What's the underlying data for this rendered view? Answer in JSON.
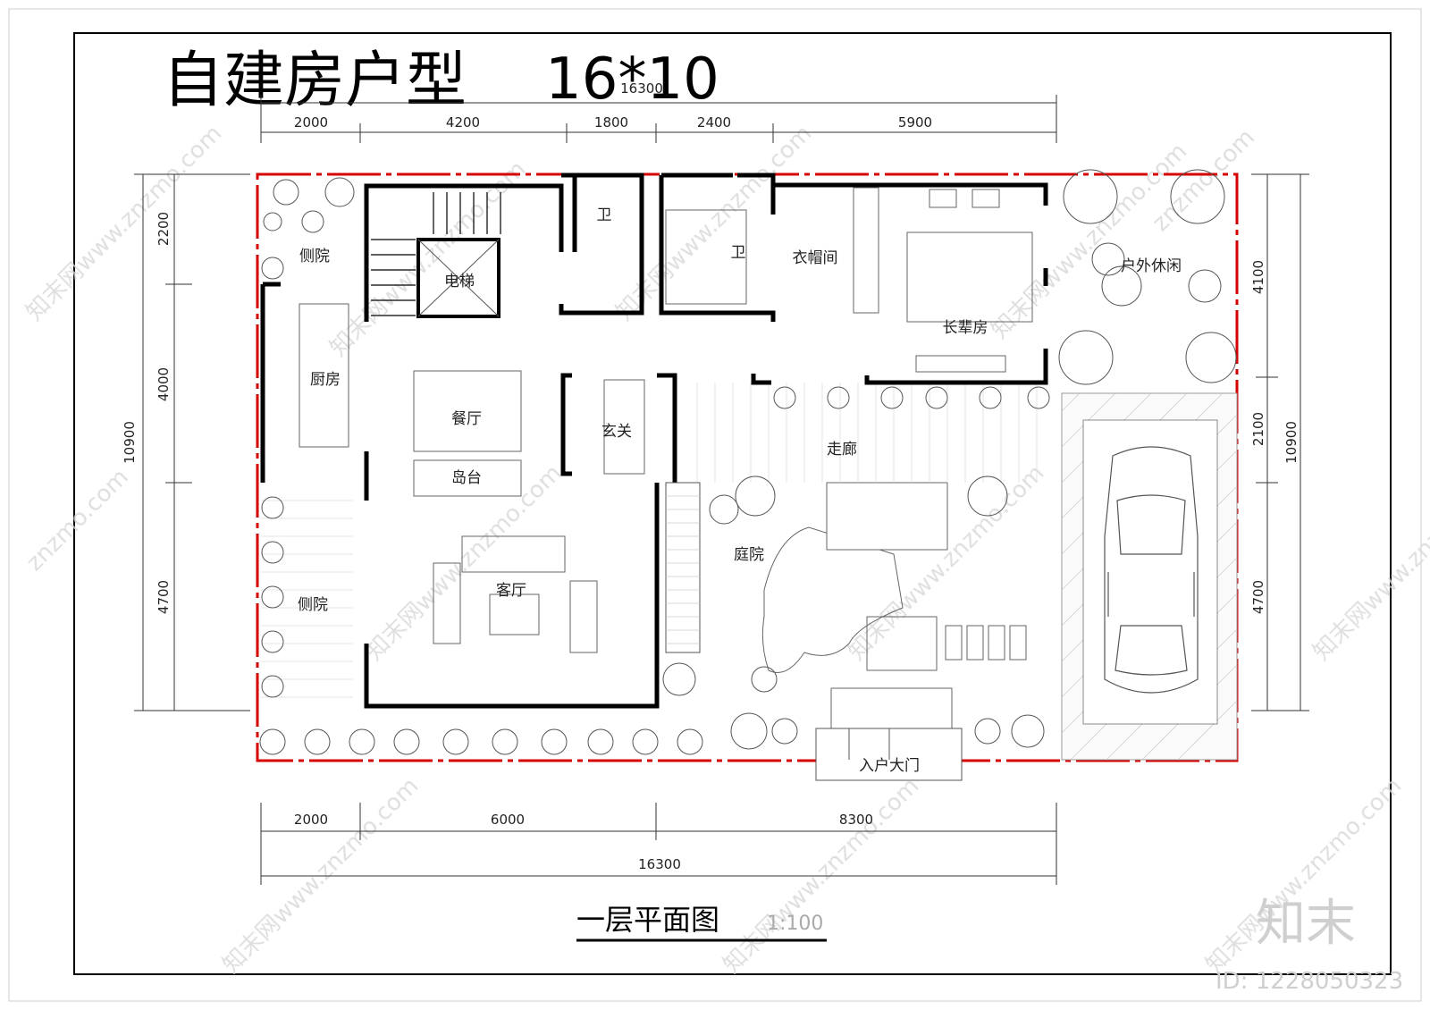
{
  "title": "自建房户型",
  "title_size": "16*10",
  "subtitle": "一层平面图",
  "scale": "1:100",
  "id_text": "ID: 1228050323",
  "logo_text": "知末",
  "watermark": "znzmo.com",
  "watermark_cn": "知末网www.znzmo.com",
  "top_dims": {
    "total": "16300",
    "segments": [
      "2000",
      "4200",
      "1800",
      "2400",
      "5900"
    ]
  },
  "bottom_dims": {
    "total": "16300",
    "segments": [
      "2000",
      "6000",
      "8300"
    ]
  },
  "left_dims": {
    "total": "10900",
    "segments": [
      "2200",
      "4000",
      "4700"
    ]
  },
  "right_dims": {
    "total": "10900",
    "segments": [
      "4100",
      "2100",
      "4700"
    ]
  },
  "rooms": {
    "side_yard_top": "侧院",
    "side_yard_bottom": "侧院",
    "elevator": "电梯",
    "bath1": "卫",
    "bath2": "卫",
    "cloakroom": "衣帽间",
    "elder_room": "长辈房",
    "outdoor_leisure": "户外休闲",
    "kitchen": "厨房",
    "dining": "餐厅",
    "foyer": "玄关",
    "island": "岛台",
    "corridor": "走廊",
    "courtyard": "庭院",
    "living": "客厅",
    "entrance": "入户大门"
  },
  "colors": {
    "wall": "#000000",
    "boundary": "#d40000",
    "line": "#555555"
  }
}
